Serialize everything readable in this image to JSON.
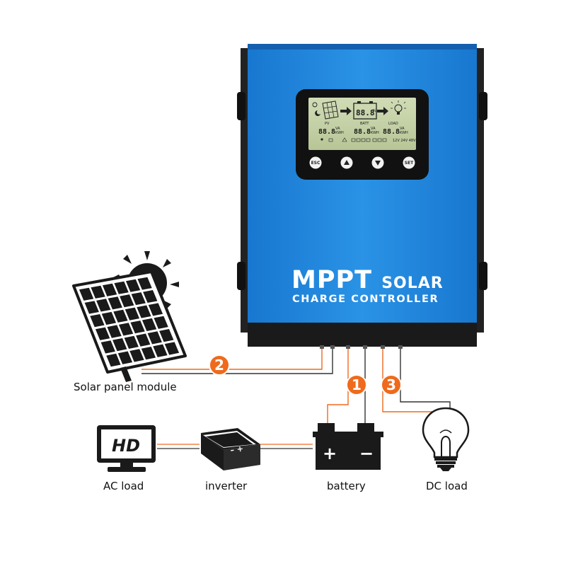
{
  "device": {
    "title_big": "MPPT",
    "title_small": "SOLAR",
    "subtitle": "CHARGE CONTROLLER",
    "buttons": [
      "ESC",
      "▲",
      "▼",
      "SET"
    ],
    "lcd": {
      "pv_label": "PV",
      "batt_label": "BATT",
      "load_label": "LOAD",
      "readout": "88.8",
      "unit_va": "VA",
      "unit_kwh": "KWH",
      "pct": "%",
      "voltages": "12V 24V 48V"
    }
  },
  "connections": [
    {
      "number": "1",
      "target": "battery"
    },
    {
      "number": "2",
      "target": "solar-panel"
    },
    {
      "number": "3",
      "target": "dc-load"
    }
  ],
  "labels": {
    "solar": "Solar panel module",
    "ac_load": "AC load",
    "inverter": "inverter",
    "battery": "battery",
    "dc_load": "DC load"
  },
  "icons": {
    "tv_text": "HD",
    "battery_plus": "+",
    "battery_minus": "−",
    "inverter_symbols": "– +"
  },
  "colors": {
    "device_blue": "#1f86dc",
    "device_dark": "#1a1a1a",
    "accent_orange": "#ef6a1c",
    "lcd_green": "#c5d2a8"
  }
}
